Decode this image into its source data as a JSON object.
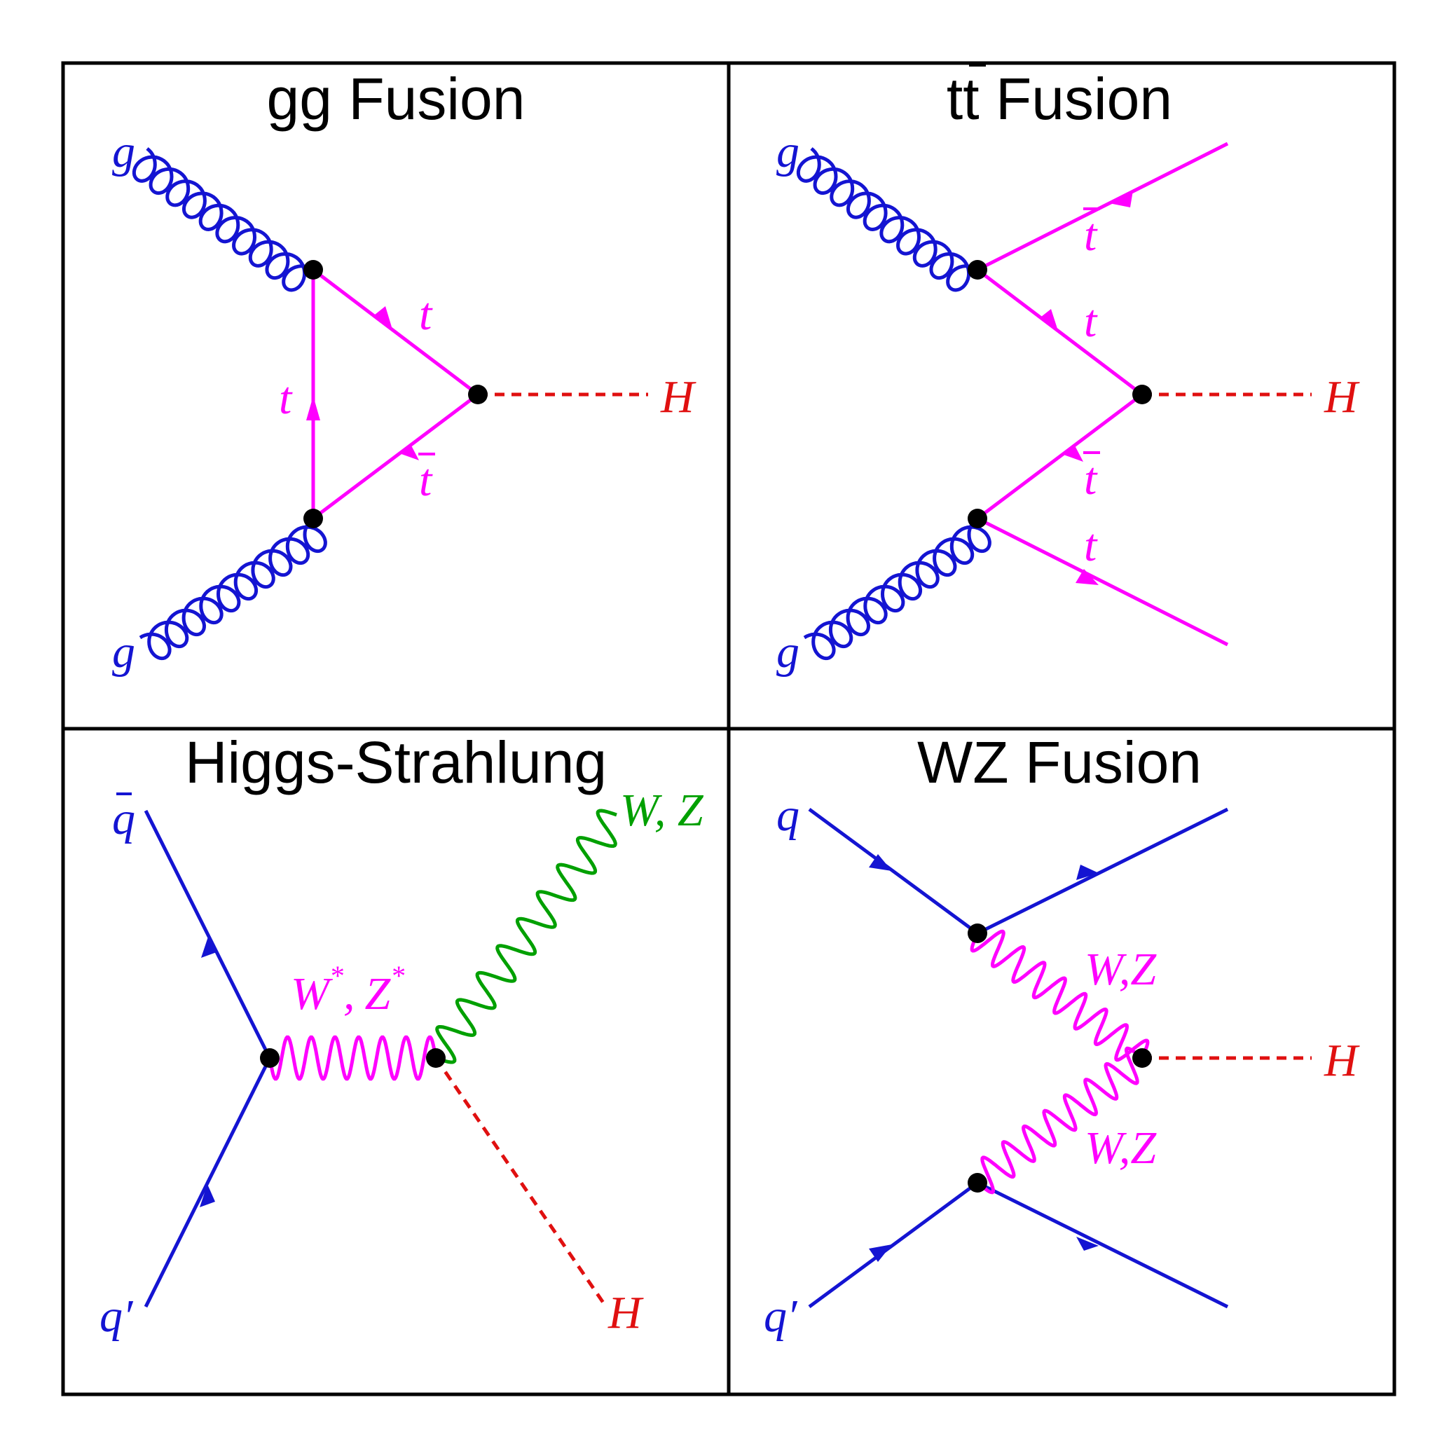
{
  "colors": {
    "quark": "#1414d2",
    "top": "#ff00ff",
    "higgs": "#e01010",
    "boson": "#00a000",
    "vertex": "#000000",
    "frame": "#000000"
  },
  "panels": {
    "gg": {
      "title": "gg Fusion",
      "g_top": "g",
      "g_bottom": "g",
      "t_upper": "t",
      "t_left": "t",
      "tbar": "t",
      "H": "H"
    },
    "tt": {
      "title_t1": "t",
      "title_t2": "t",
      "title_rest": " Fusion",
      "g_top": "g",
      "g_bottom": "g",
      "tbar_top": "t",
      "t_upper": "t",
      "tbar_lower": "t",
      "t_lower": "t",
      "H": "H"
    },
    "hs": {
      "title": "Higgs-Strahlung",
      "qbar": "q",
      "qprime": "q",
      "prime_mark": "′",
      "wz_star_W": "W",
      "wz_star_Z": "Z",
      "star": "*",
      "comma": ",",
      "wz_out": "W, Z",
      "H": "H"
    },
    "wz": {
      "title": "WZ Fusion",
      "q": "q",
      "qprime": "q",
      "prime_mark": "′",
      "wz_upper": "W,Z",
      "wz_lower": "W,Z",
      "H": "H"
    }
  }
}
